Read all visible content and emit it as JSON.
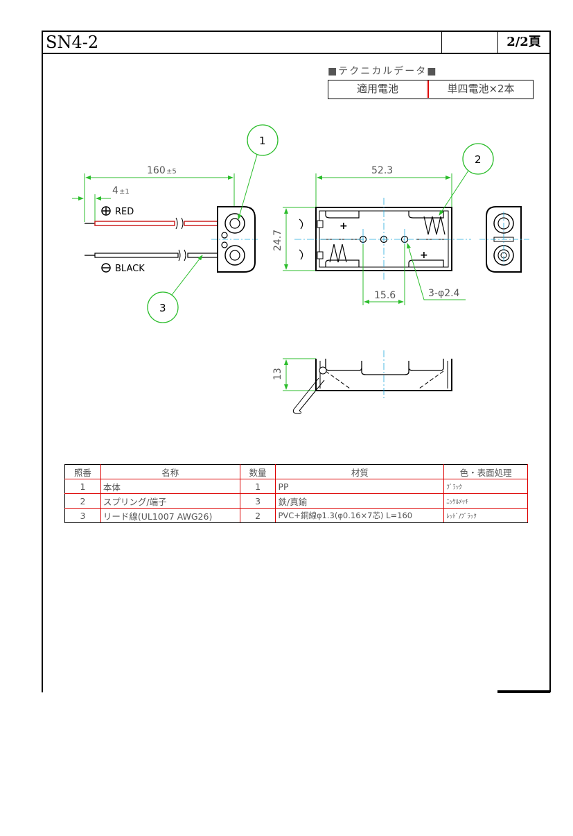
{
  "header": {
    "model": "SN4-2",
    "page": "2/2頁"
  },
  "spec": {
    "title": "■テクニカルデータ■",
    "label": "適用電池",
    "value": "単四電池×2本"
  },
  "dimensions": {
    "lead_length": "160",
    "lead_length_tol": "±5",
    "strip_length": "4",
    "strip_length_tol": "±1",
    "width": "52.3",
    "height": "24.7",
    "hole_pitch": "15.6",
    "holes": "3-φ2.4",
    "depth": "13"
  },
  "wires": {
    "red": "RED",
    "black": "BLACK"
  },
  "callouts": [
    "1",
    "2",
    "3"
  ],
  "parts": {
    "headers": [
      "照番",
      "名称",
      "数量",
      "材質",
      "色・表面処理"
    ],
    "rows": [
      {
        "no": "1",
        "name": "本体",
        "qty": "1",
        "material": "PP",
        "finish": "ﾌﾞﾗｯｸ"
      },
      {
        "no": "2",
        "name": "スプリング/端子",
        "qty": "3",
        "material": "鉄/真鍮",
        "finish": "ﾆｯｹﾙﾒｯｷ"
      },
      {
        "no": "3",
        "name": "リード線(UL1007 AWG26)",
        "qty": "2",
        "material": "PVC+銅線φ1.3(φ0.16×7芯) L=160",
        "finish": "ﾚｯﾄﾞ/ﾌﾞﾗｯｸ"
      }
    ]
  }
}
